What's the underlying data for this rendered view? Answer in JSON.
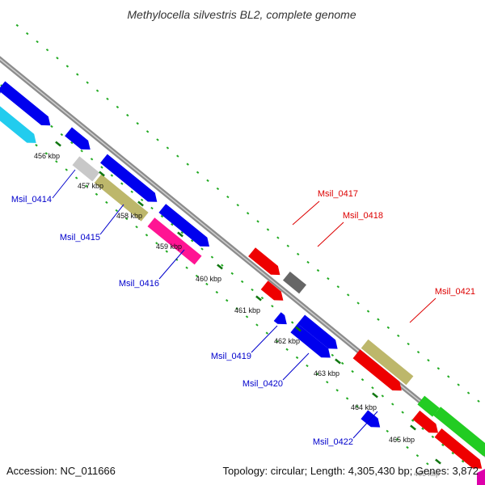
{
  "title": "Methylocella silvestris BL2, complete genome",
  "footer": {
    "accession": "Accession: NC_011666",
    "summary": "Topology: circular; Length: 4,305,430 bp; Genes: 3,872"
  },
  "colors": {
    "backbone": "#8c8c8c",
    "tick_minor": "#22aa22",
    "tick_major": "#117711",
    "label_blue": "#0000cc",
    "label_red": "#dd0000",
    "blue_gene": "#0000ee",
    "red_gene": "#ee0000",
    "cyan_gene": "#22ccee",
    "khaki_gene": "#bdb76b",
    "pink_gene": "#ff1493",
    "gray_gene": "#666666",
    "silver_gene": "#c8c8c8",
    "green_gene": "#22cc22"
  },
  "ticks": [
    {
      "text": "456 kbp"
    },
    {
      "text": "457 kbp"
    },
    {
      "text": "458 kbp"
    },
    {
      "text": "459 kbp"
    },
    {
      "text": "460 kbp"
    },
    {
      "text": "461 kbp"
    },
    {
      "text": "462 kbp"
    },
    {
      "text": "463 kbp"
    },
    {
      "text": "464 kbp"
    },
    {
      "text": "465 kbp"
    },
    {
      "text": "466 kbp"
    }
  ],
  "gene_labels": [
    {
      "text": "Msil_0414",
      "color": "#0000cc"
    },
    {
      "text": "Msil_0415",
      "color": "#0000cc"
    },
    {
      "text": "Msil_0416",
      "color": "#0000cc"
    },
    {
      "text": "Msil_0417",
      "color": "#dd0000"
    },
    {
      "text": "Msil_0418",
      "color": "#dd0000"
    },
    {
      "text": "Msil_0419",
      "color": "#0000cc"
    },
    {
      "text": "Msil_0420",
      "color": "#0000cc"
    },
    {
      "text": "Msil_0421",
      "color": "#dd0000"
    },
    {
      "text": "Msil_0422",
      "color": "#0000cc"
    }
  ]
}
